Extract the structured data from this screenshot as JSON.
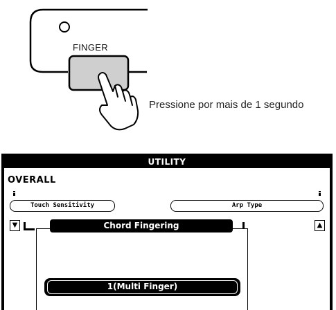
{
  "illustration": {
    "button_label": "FINGER",
    "caption": "Pressione por mais de 1 segundo"
  },
  "lcd": {
    "title": "UTILITY",
    "section": "OVERALL",
    "left_item": "Touch Sensitivity",
    "right_item": "Arp Type",
    "scroll_down_icon": "scroll-down-icon",
    "scroll_up_icon": "scroll-up-icon",
    "current_param": "Chord Fingering",
    "current_value": "1(Multi Finger)"
  }
}
